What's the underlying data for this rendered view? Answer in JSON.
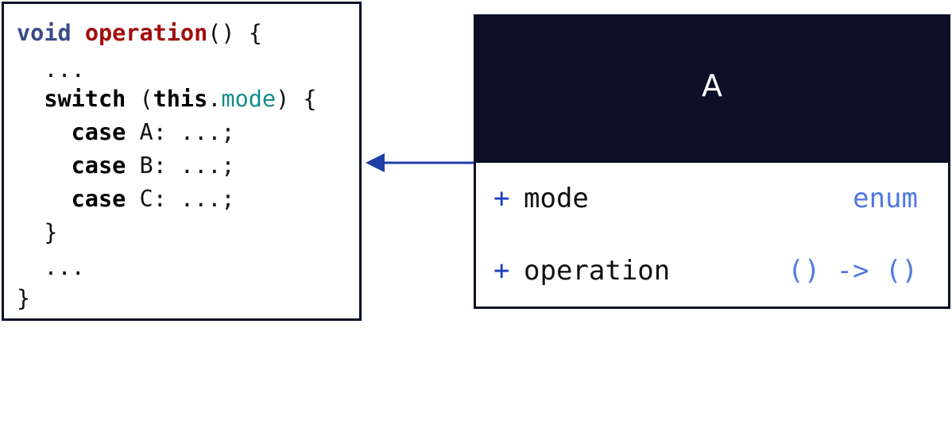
{
  "code": {
    "lines": [
      [
        {
          "t": "void",
          "c": "kw-type"
        },
        {
          "t": " ",
          "c": "plain"
        },
        {
          "t": "operation",
          "c": "kw-fn"
        },
        {
          "t": "() {",
          "c": "plain"
        }
      ],
      [
        {
          "t": "  ...",
          "c": "plain"
        }
      ],
      [
        {
          "t": "  ",
          "c": "plain"
        },
        {
          "t": "switch",
          "c": "kw-bold"
        },
        {
          "t": " (",
          "c": "plain"
        },
        {
          "t": "this",
          "c": "kw-bold"
        },
        {
          "t": ".",
          "c": "plain"
        },
        {
          "t": "mode",
          "c": "kw-field"
        },
        {
          "t": ") {",
          "c": "plain"
        }
      ],
      [
        {
          "t": "    ",
          "c": "plain"
        },
        {
          "t": "case",
          "c": "kw-bold"
        },
        {
          "t": " A: ...;",
          "c": "plain"
        }
      ],
      [
        {
          "t": "    ",
          "c": "plain"
        },
        {
          "t": "case",
          "c": "kw-bold"
        },
        {
          "t": " B: ...;",
          "c": "plain"
        }
      ],
      [
        {
          "t": "    ",
          "c": "plain"
        },
        {
          "t": "case",
          "c": "kw-bold"
        },
        {
          "t": " C: ...;",
          "c": "plain"
        }
      ],
      [
        {
          "t": "  }",
          "c": "plain"
        }
      ],
      [
        {
          "t": "  ...",
          "c": "plain"
        }
      ],
      [
        {
          "t": "}",
          "c": "plain"
        }
      ]
    ]
  },
  "class_box": {
    "name": "A",
    "members": [
      {
        "visibility": "+",
        "name": "mode",
        "type": "enum"
      },
      {
        "visibility": "+",
        "name": "operation",
        "type": "() -> ()"
      }
    ]
  },
  "colors": {
    "dark": "#0b1026",
    "arrow": "#1f3fa6",
    "keyword_type": "#3b4a8c",
    "keyword_fn": "#a10d0d",
    "field": "#138a8a",
    "member_type": "#4f78e0"
  }
}
